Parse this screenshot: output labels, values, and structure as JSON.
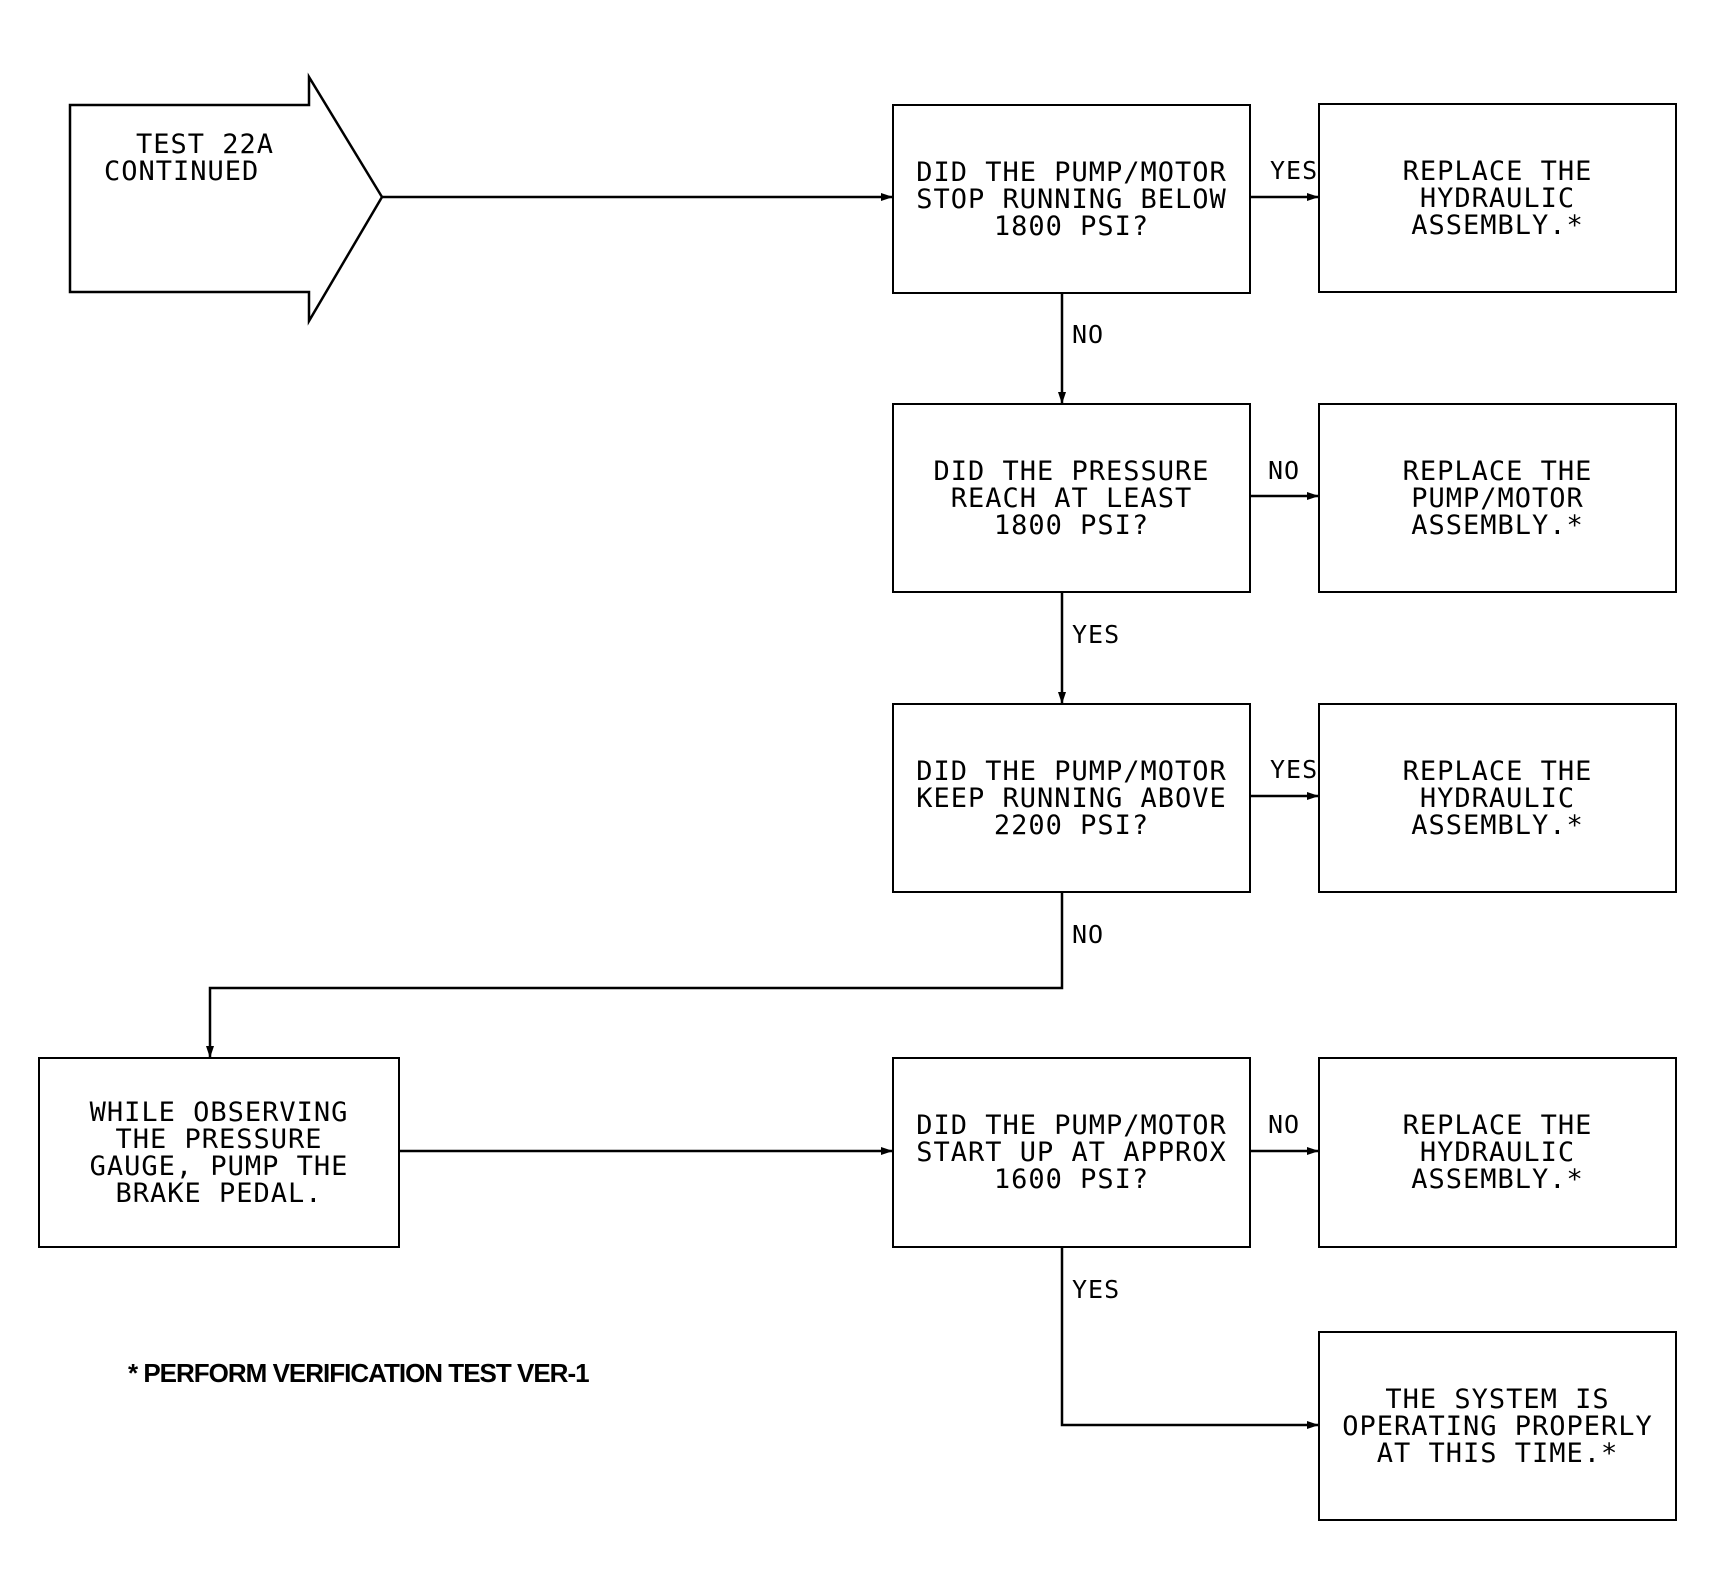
{
  "start": {
    "lines": [
      "TEST 22A",
      "CONTINUED"
    ]
  },
  "decisions": [
    {
      "lines": [
        "DID THE PUMP/MOTOR",
        "STOP RUNNING BELOW",
        "1800 PSI?"
      ]
    },
    {
      "lines": [
        "DID THE PRESSURE",
        "REACH AT LEAST",
        "1800 PSI?"
      ]
    },
    {
      "lines": [
        "DID THE PUMP/MOTOR",
        "KEEP RUNNING ABOVE",
        "2200 PSI?"
      ]
    },
    {
      "lines": [
        "DID THE PUMP/MOTOR",
        "START UP AT APPROX",
        "1600 PSI?"
      ]
    }
  ],
  "action": {
    "lines": [
      "WHILE OBSERVING",
      "THE PRESSURE",
      "GAUGE, PUMP THE",
      "BRAKE PEDAL."
    ]
  },
  "results": [
    {
      "lines": [
        "REPLACE THE",
        "HYDRAULIC",
        "ASSEMBLY.*"
      ]
    },
    {
      "lines": [
        "REPLACE THE",
        "PUMP/MOTOR",
        "ASSEMBLY.*"
      ]
    },
    {
      "lines": [
        "REPLACE THE",
        "HYDRAULIC",
        "ASSEMBLY.*"
      ]
    },
    {
      "lines": [
        "REPLACE THE",
        "HYDRAULIC",
        "ASSEMBLY.*"
      ]
    },
    {
      "lines": [
        "THE SYSTEM IS",
        "OPERATING PROPERLY",
        "AT THIS TIME.*"
      ]
    }
  ],
  "branches": {
    "d1_right": "YES",
    "d1_down": "NO",
    "d2_right": "NO",
    "d2_down": "YES",
    "d3_right": "YES",
    "d3_down": "NO",
    "d4_right": "NO",
    "d4_down": "YES"
  },
  "footnote": "* PERFORM VERIFICATION TEST VER-1"
}
